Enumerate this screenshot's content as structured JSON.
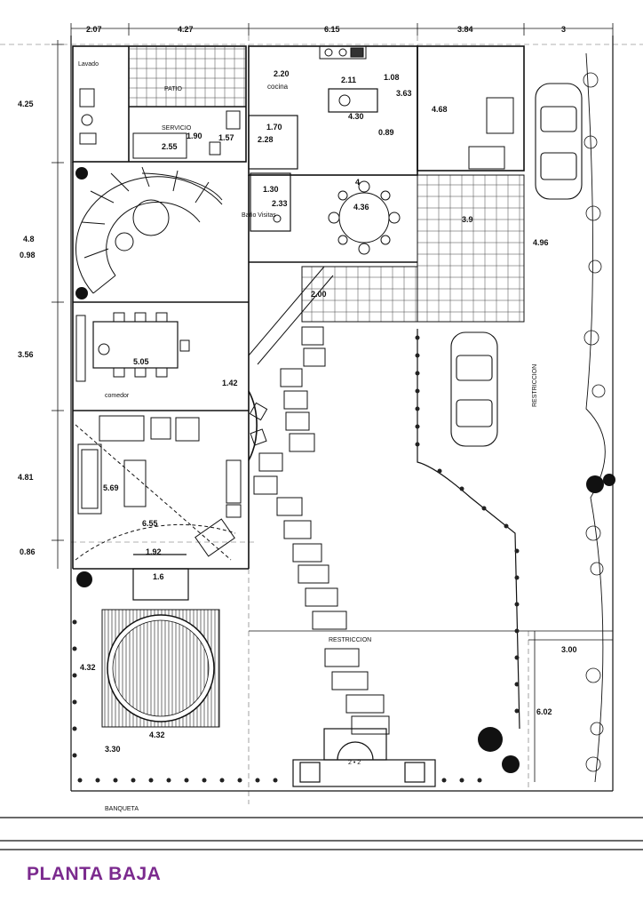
{
  "title": "PLANTA BAJA",
  "colors": {
    "title": "#7b2a8e",
    "line": "#111111",
    "dash": "#555555"
  },
  "rooms": {
    "lavado": "Lavado",
    "patio": "PATIO",
    "servicio": "SERVICIO",
    "cocina": "cocina",
    "bano_visitas": "Baño\nVisitas",
    "comedor": "comedor",
    "restriccion_right": "RESTRICCION",
    "restriccion_center": "RESTRICCION",
    "banqueta": "BANQUETA"
  },
  "dimensions": {
    "top": [
      "2.07",
      "4.27",
      "6.15",
      "3.84",
      "3"
    ],
    "left": [
      "4.25",
      "4.8",
      "0.98",
      "3.56",
      "4.81",
      "0.86",
      "4.32"
    ],
    "servicio": [
      "2.55",
      "1.90",
      "1.57",
      "1.70",
      "2.28",
      "1.30",
      "2.33"
    ],
    "cocina": [
      "2.20",
      "2.11",
      "1.08",
      "3.63",
      "4.30",
      "0.89",
      "4.68"
    ],
    "comedor_area": [
      "4",
      "4.36",
      "3.9",
      "4.96",
      "2.00",
      "5.05",
      "1.42"
    ],
    "sala": [
      "5.69",
      "6.55",
      "1.92",
      "1.6"
    ],
    "exterior": [
      "4.32",
      "3.30",
      "3.00",
      "6.02",
      "2 • 2"
    ]
  },
  "icons": [
    "tree-icon",
    "car-icon",
    "stair-icon",
    "door-icon",
    "table-icon",
    "hedge-icon"
  ]
}
